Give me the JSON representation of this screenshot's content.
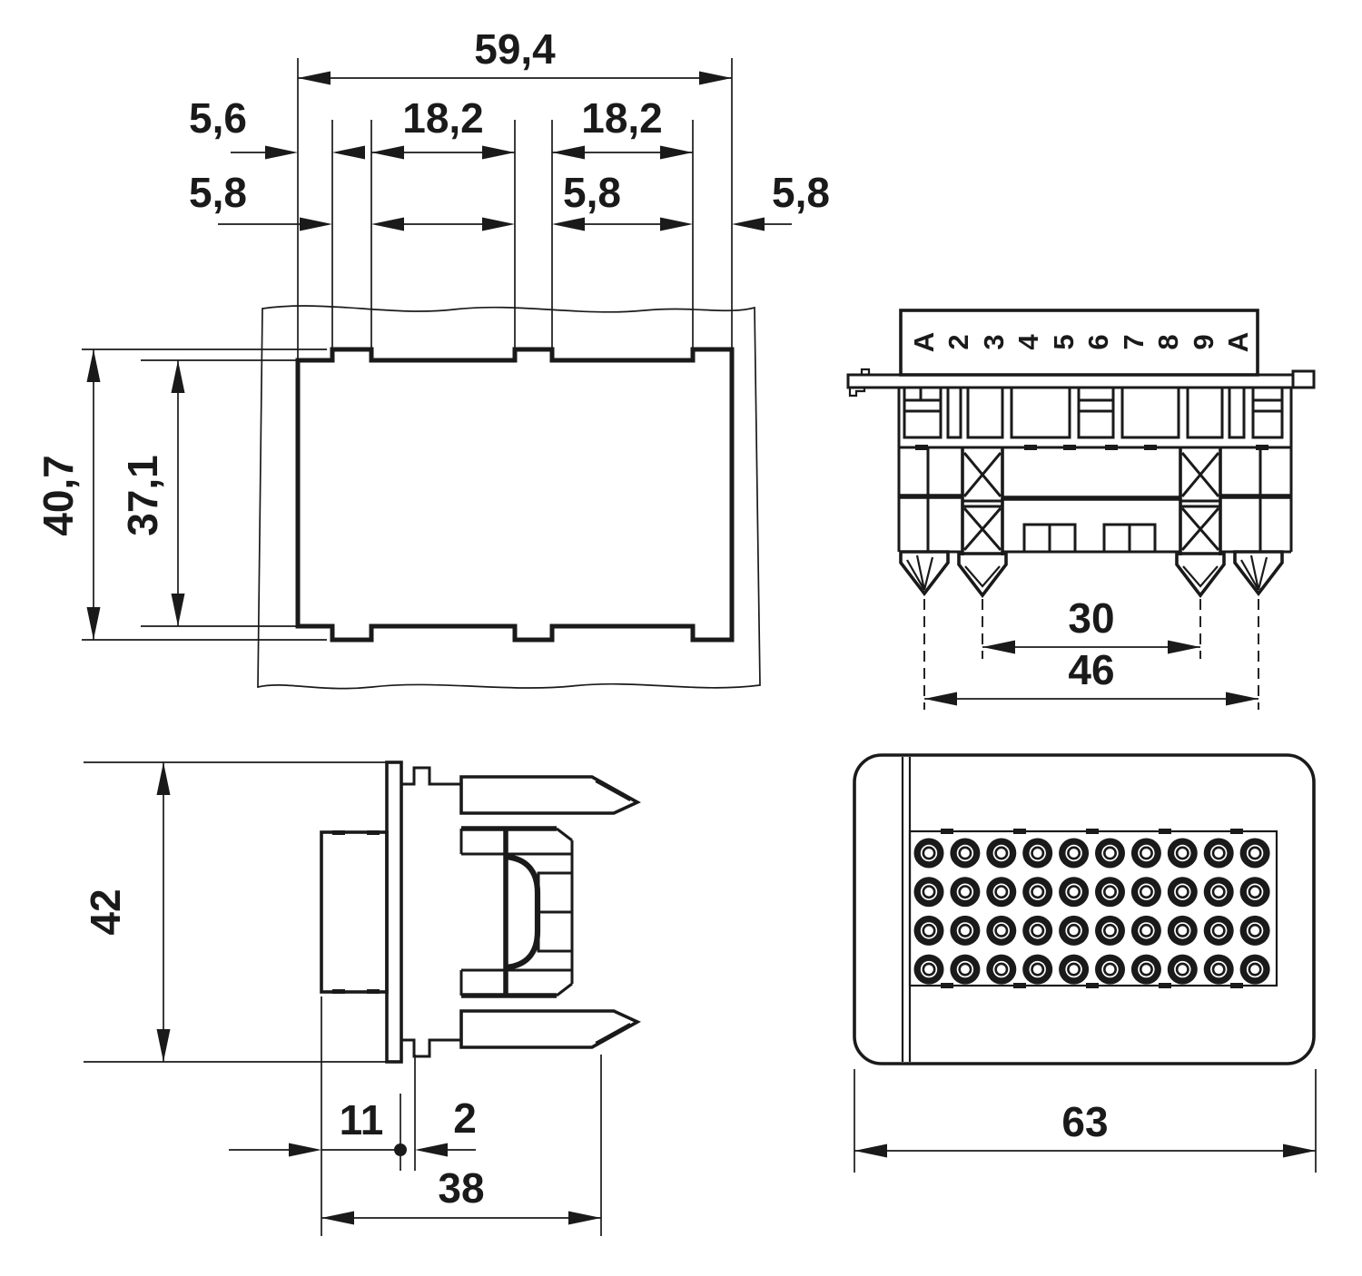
{
  "colors": {
    "ink": "#1a1a1a",
    "paper": "#ffffff"
  },
  "views": {
    "panel_cutout": {
      "dims": {
        "width_total": "59,4",
        "offset_left": "5,6",
        "pitch_1": "18,2",
        "pitch_2": "18,2",
        "notch_1": "5,8",
        "notch_2": "5,8",
        "notch_3": "5,8",
        "height_outer": "40,7",
        "height_inner": "37,1"
      }
    },
    "rear": {
      "pin_labels": [
        "A",
        "2",
        "3",
        "4",
        "5",
        "6",
        "7",
        "8",
        "9",
        "A"
      ],
      "dims": {
        "spacing_inner": "30",
        "spacing_outer": "46"
      }
    },
    "side": {
      "dims": {
        "height": "42",
        "front_depth": "11",
        "panel_thickness": "2",
        "total_depth": "38"
      }
    },
    "face": {
      "contact_rows": 4,
      "contact_cols": 10,
      "dims": {
        "width": "63"
      }
    }
  }
}
